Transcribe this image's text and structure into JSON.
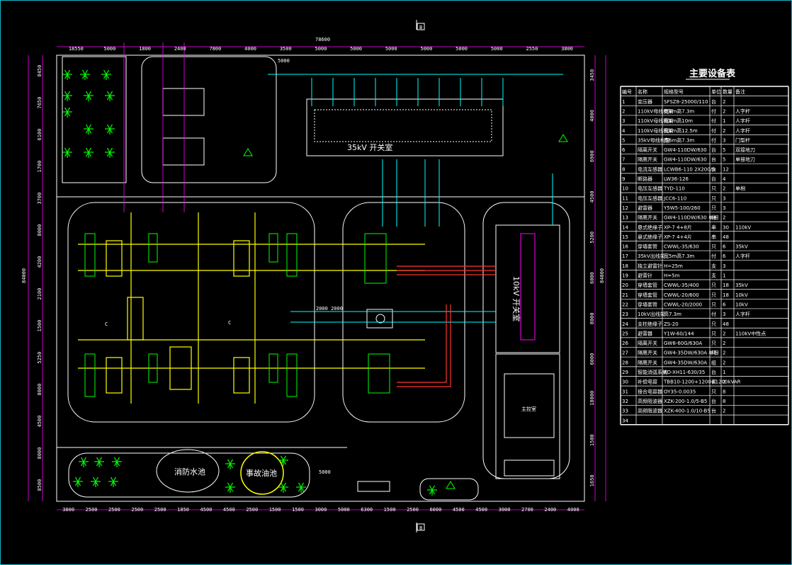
{
  "section_marks": {
    "top": "B",
    "bottom": "B",
    "left": "C",
    "right": "C"
  },
  "top_dims": {
    "overall": "78600",
    "row": [
      "18550",
      "5000",
      "1800",
      "2400",
      "7800",
      "4000",
      "3500",
      "5000",
      "5000",
      "5000",
      "5000",
      "5000",
      "5000",
      "2550",
      "3800"
    ],
    "sub": "5000"
  },
  "bottom_dims": {
    "row": [
      "3800",
      "2500",
      "2500",
      "2500",
      "2500",
      "1850",
      "4500",
      "4500",
      "2500",
      "1500",
      "1500",
      "3000",
      "5000",
      "6300",
      "1500",
      "2500",
      "6000",
      "4500",
      "4500",
      "3000",
      "2700",
      "2400",
      "4000"
    ],
    "sub": "5000"
  },
  "left_dims": [
    "8450",
    "7650",
    "6100",
    "1700",
    "3700",
    "8000",
    "4200",
    "2100",
    "1500",
    "5250",
    "8000",
    "4500",
    "8000",
    "8500"
  ],
  "left_overall": "84000",
  "right_dims": [
    "3450",
    "4000",
    "6900",
    "4500",
    "5200",
    "6000",
    "8000",
    "6000",
    "18000",
    "1500",
    "1650"
  ],
  "right_overall": "84000",
  "labels": {
    "hall_35kv": "35kV 开关室",
    "hall_10kv": "10kV 开关室",
    "fire_pool": "消防水池",
    "oil_pool": "事故油池",
    "road_2000": "2000  2000",
    "control_room": "主控室"
  },
  "table": {
    "title": "主要设备表",
    "headers": [
      "编号",
      "名称",
      "规格型号",
      "单位",
      "数量",
      "备注"
    ],
    "rows": [
      [
        "1",
        "变压器",
        "SFSZ8-25000/110",
        "台",
        "2",
        ""
      ],
      [
        "2",
        "110kV母线构架",
        "宽8m高7.3m",
        "付",
        "2",
        "人字杆"
      ],
      [
        "3",
        "110kV母线构架",
        "宽8m高10m",
        "付",
        "1",
        "人字杆"
      ],
      [
        "4",
        "110kV母线构架",
        "宽8m高12.5m",
        "付",
        "2",
        "人字杆"
      ],
      [
        "5",
        "35kV母线构架",
        "宽6m高7.3m",
        "付",
        "3",
        "门型杆"
      ],
      [
        "6",
        "隔离开关",
        "GW4-110DW/630",
        "台",
        "5",
        "双接地刀"
      ],
      [
        "7",
        "隔离开关",
        "GW4-110DW/630",
        "台",
        "5",
        "单接地刀"
      ],
      [
        "8",
        "电流互感器",
        "LCWB6-110 2X200/5",
        "台",
        "12",
        ""
      ],
      [
        "9",
        "断路器",
        "LW36-126",
        "台",
        "4",
        ""
      ],
      [
        "10",
        "电压互感器",
        "TYD-110",
        "只",
        "2",
        "单相"
      ],
      [
        "11",
        "电压互感器",
        "JCC6-110",
        "只",
        "3",
        ""
      ],
      [
        "12",
        "避雷器",
        "Y5W5-100/260",
        "只",
        "3",
        ""
      ],
      [
        "13",
        "隔离开关",
        "GW4-110DW/630 单相",
        "台",
        "2",
        ""
      ],
      [
        "14",
        "悬式绝缘子",
        "XP-7 4+8片",
        "串",
        "30",
        "110kV"
      ],
      [
        "15",
        "悬式绝缘子",
        "XP-7 4+4片",
        "串",
        "48",
        ""
      ],
      [
        "16",
        "穿墙套管",
        "CWWL-35/630",
        "只",
        "6",
        "35kV"
      ],
      [
        "17",
        "35kV出线架",
        "宽5m高7.3m",
        "付",
        "6",
        "人字杆"
      ],
      [
        "18",
        "独立避雷针",
        "H=25m",
        "支",
        "3",
        ""
      ],
      [
        "19",
        "避雷针",
        "H=5m",
        "支",
        "1",
        ""
      ],
      [
        "20",
        "穿墙套管",
        "CWWL-35/400",
        "只",
        "18",
        "35kV"
      ],
      [
        "21",
        "穿墙套管",
        "CWWL-20/600",
        "只",
        "18",
        "10kV"
      ],
      [
        "22",
        "穿墙套管",
        "CWWL-20/2000",
        "只",
        "6",
        "10kV"
      ],
      [
        "23",
        "10kV出线架",
        "高7.3m",
        "付",
        "3",
        "人字杆"
      ],
      [
        "24",
        "支柱绝缘子",
        "ZS-20",
        "只",
        "48",
        ""
      ],
      [
        "25",
        "避雷器",
        "Y1W-60/144",
        "只",
        "2",
        "110kV中性点"
      ],
      [
        "26",
        "隔离开关",
        "GW8-60G/630A",
        "只",
        "2",
        ""
      ],
      [
        "27",
        "隔离开关",
        "GW4-35DW/630A 单相",
        "只",
        "2",
        ""
      ],
      [
        "28",
        "隔离开关",
        "GW4-35DW/630A",
        "组",
        "2",
        ""
      ],
      [
        "29",
        "智能消弧系统",
        "KD-XH11-630/35",
        "台",
        "1",
        ""
      ],
      [
        "30",
        "补偿电容",
        "TBB10-1200+1200+1200kVAR",
        "套",
        "2",
        ""
      ],
      [
        "31",
        "接合电容器",
        "OY35-0.0035",
        "只",
        "8",
        ""
      ],
      [
        "32",
        "高频阻波器",
        "XZK-200-1.0/5-B5",
        "台",
        "8",
        ""
      ],
      [
        "33",
        "高频阻波器",
        "XZK-400-1.0/10-B5",
        "台",
        "2",
        ""
      ],
      [
        "34",
        "",
        "",
        "",
        "",
        ""
      ]
    ]
  },
  "colors": {
    "frame": "#15b6c9",
    "dimension": "#ff00ff",
    "wall": "#ffffff",
    "bus": "#ffff00",
    "equipment": "#00ff00",
    "feeder": "#00ffff",
    "cable": "#ff3030",
    "tree": "#00ff00"
  },
  "icons": [
    "palm-tree-icon",
    "lightning-rod-icon",
    "section-marker-icon"
  ]
}
